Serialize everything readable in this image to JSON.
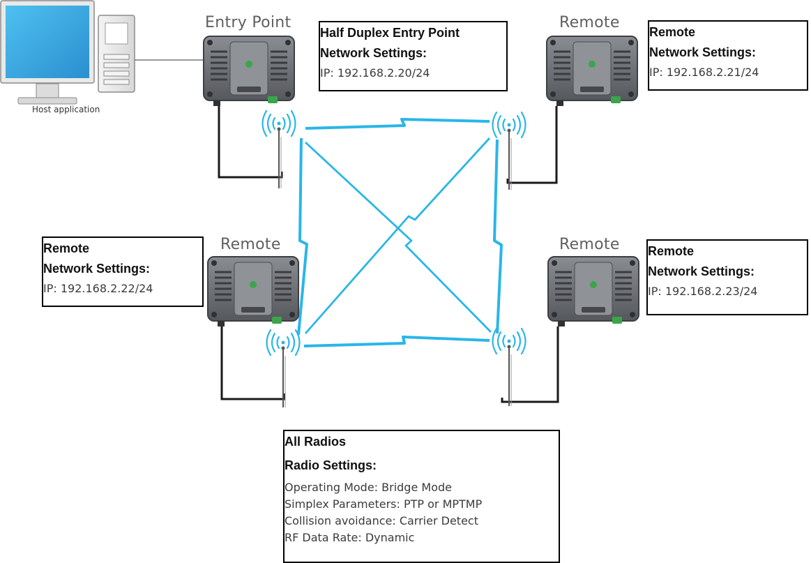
{
  "host": {
    "label": "Host application"
  },
  "radios": {
    "entry_point": {
      "label": "Entry Point",
      "settings_title_1": "Half Duplex Entry Point",
      "settings_title_2": "Network Settings:",
      "ip": "IP: 192.168.2.20/24"
    },
    "remote_top_right": {
      "label": "Remote",
      "settings_title_1": "Remote",
      "settings_title_2": "Network Settings:",
      "ip": "IP: 192.168.2.21/24"
    },
    "remote_bottom_left": {
      "label": "Remote",
      "settings_title_1": "Remote",
      "settings_title_2": "Network Settings:",
      "ip": "IP: 192.168.2.22/24"
    },
    "remote_bottom_right": {
      "label": "Remote",
      "settings_title_1": "Remote",
      "settings_title_2": "Network Settings:",
      "ip": "IP: 192.168.2.23/24"
    }
  },
  "all_radios": {
    "title": "All Radios",
    "subtitle": "Radio Settings:",
    "settings": [
      "Operating Mode: Bridge Mode",
      "Simplex Parameters: PTP or MPTMP",
      "Collision avoidance: Carrier Detect",
      "RF Data Rate: Dynamic"
    ]
  },
  "colors": {
    "rf_link": "#29b6e8",
    "cable": "#1a1a1a",
    "device_body": "#6b6e73",
    "screen": "#3aa9e0",
    "accent_green": "#3aa54a"
  },
  "icons": [
    "computer-icon",
    "radio-device-icon",
    "antenna-icon",
    "wireless-signal-icon",
    "lightning-link-icon"
  ]
}
